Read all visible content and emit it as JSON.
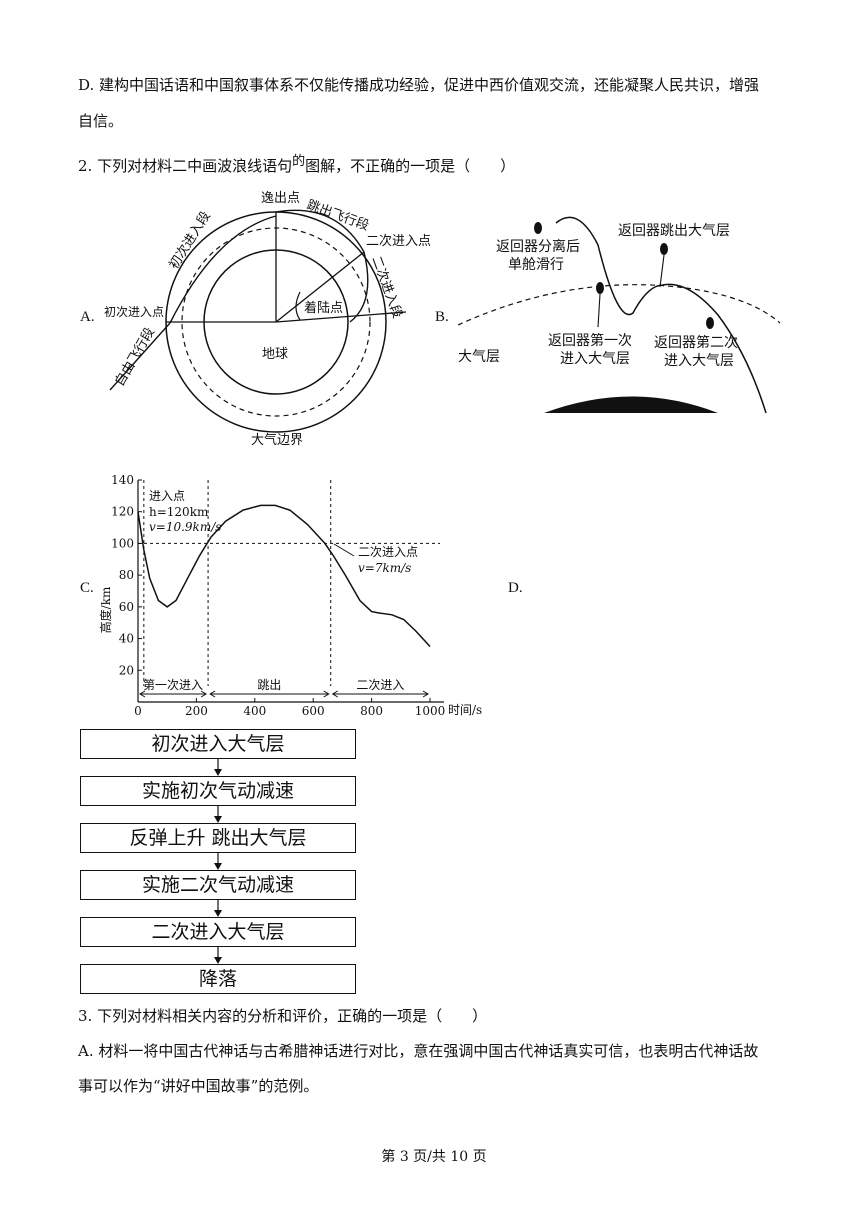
{
  "paragraphs": {
    "d_line1": "D. 建构中国话语和中国叙事体系不仅能传播成功经验，促进中西价值观交流，还能凝聚人民共识，增强",
    "d_line2": "自信。",
    "q2": "2. 下列对材料二中画波浪线语句",
    "q2_small": "的",
    "q2_end": "图解，不正确的一项是（　　）",
    "q3": "3. 下列对材料相关内容的分析和评价，正确的一项是（　　）",
    "a_line1": "A. 材料一将中国古代神话与古希腊神话进行对比，意在强调中国古代神话真实可信，也表明古代神话故",
    "a_line2": "事可以作为“讲好中国故事”的范例。"
  },
  "options": {
    "A": "A.",
    "B": "B.",
    "C": "C.",
    "D": "D."
  },
  "diagram_a": {
    "labels": {
      "escape_point": "逸出点",
      "jump_flight": "跳出飞行段",
      "first_entry_seg": "初次进入段",
      "second_entry_point": "二次进入点",
      "second_entry_seg": "二次进入段",
      "first_entry_point": "初次进入点",
      "landing_point": "着陆点",
      "free_flight": "自由飞行段",
      "earth": "地球",
      "atmosphere_boundary": "大气边界"
    }
  },
  "diagram_b": {
    "labels": {
      "separate_line1": "返回器分离后",
      "separate_line2": "单舱滑行",
      "jump_out": "返回器跳出大气层",
      "atmosphere": "大气层",
      "first_enter_line1": "返回器第一次",
      "first_enter_line2": "进入大气层",
      "second_enter_line1": "返回器第二次",
      "second_enter_line2": "进入大气层"
    }
  },
  "chart_data": {
    "type": "line",
    "title": "",
    "xlabel": "时间/s",
    "ylabel": "高度/km",
    "xlim": [
      0,
      1000
    ],
    "ylim": [
      0,
      140
    ],
    "x_ticks": [
      0,
      200,
      400,
      600,
      800,
      1000
    ],
    "y_ticks": [
      20,
      40,
      60,
      80,
      100,
      120,
      140
    ],
    "series": [
      {
        "x": [
          0,
          10,
          20,
          40,
          70,
          100,
          130,
          170,
          210,
          250,
          300,
          360,
          420,
          470,
          520,
          580,
          640,
          670,
          710,
          760,
          800,
          830,
          870,
          910,
          950,
          1000
        ],
        "y": [
          120,
          108,
          96,
          78,
          64,
          60,
          64,
          78,
          92,
          104,
          114,
          121,
          124,
          124,
          121,
          112,
          100,
          92,
          80,
          64,
          57,
          56,
          55,
          52,
          45,
          35
        ]
      }
    ],
    "reference_line_y": 100,
    "vlines": [
      20,
      240,
      660
    ],
    "annotations": {
      "entry_title": "进入点",
      "entry_h": "h=120km",
      "entry_v": "v=10.9km/s",
      "second_title": "二次进入点",
      "second_v": "v=7km/s"
    },
    "phases": [
      "第一次进入",
      "跳出",
      "二次进入"
    ]
  },
  "flowchart": {
    "steps": [
      "初次进入大气层",
      "实施初次气动减速",
      "反弹上升  跳出大气层",
      "实施二次气动减速",
      "二次进入大气层",
      "降落"
    ]
  },
  "footer": "第 3 页/共 10 页"
}
